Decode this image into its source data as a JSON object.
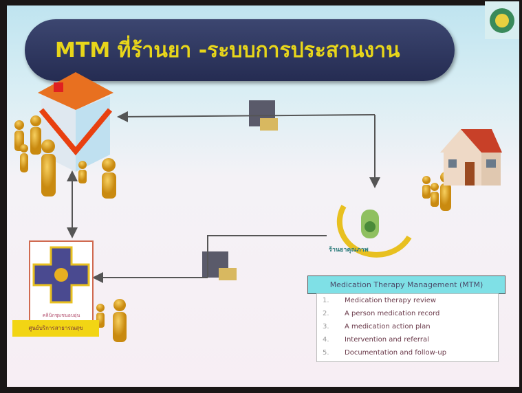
{
  "title": "MTM ที่ร้านยา -ระบบการประสานงาน",
  "clinic": {
    "name": "คลินิกชุมชนอบอุ่น",
    "center": "ศูนย์บริการสาธารณสุข"
  },
  "logo": {
    "label": "ร้านยาคุณภาพ"
  },
  "mtm": {
    "header": "Medication Therapy Management (MTM)",
    "items": [
      {
        "num": "1.",
        "text": "Medication therapy review"
      },
      {
        "num": "2.",
        "text": "A person medication record"
      },
      {
        "num": "3.",
        "text": "A medication action plan"
      },
      {
        "num": "4.",
        "text": "Intervention and referral"
      },
      {
        "num": "5.",
        "text": "Documentation and follow-up"
      }
    ]
  }
}
